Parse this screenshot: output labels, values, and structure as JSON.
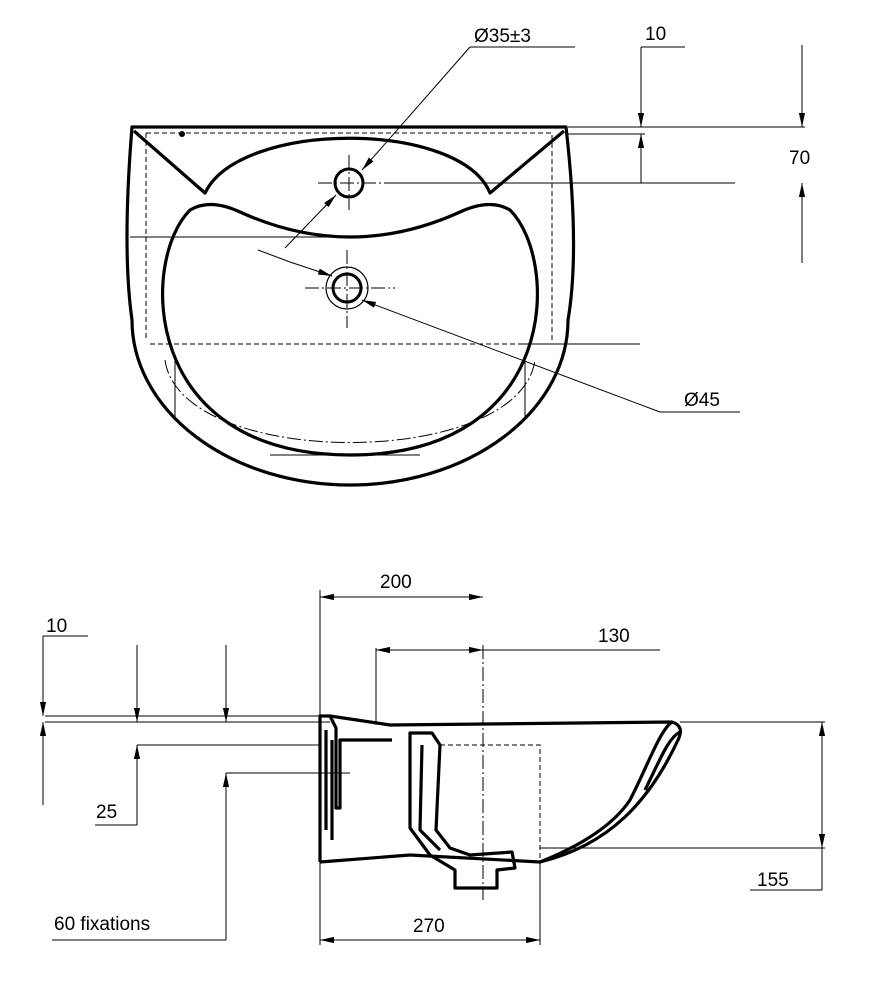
{
  "top_view": {
    "tap_hole_diameter": "Ø35±3",
    "rim_offset": "10",
    "tap_offset": "70",
    "drain_diameter": "Ø45"
  },
  "side_view": {
    "depth_200": "200",
    "drain_offset_130": "130",
    "rim_offset_10": "10",
    "fixing_offset_25": "25",
    "height_155": "155",
    "projection_270": "270",
    "fixations_label": "60 fixations"
  }
}
